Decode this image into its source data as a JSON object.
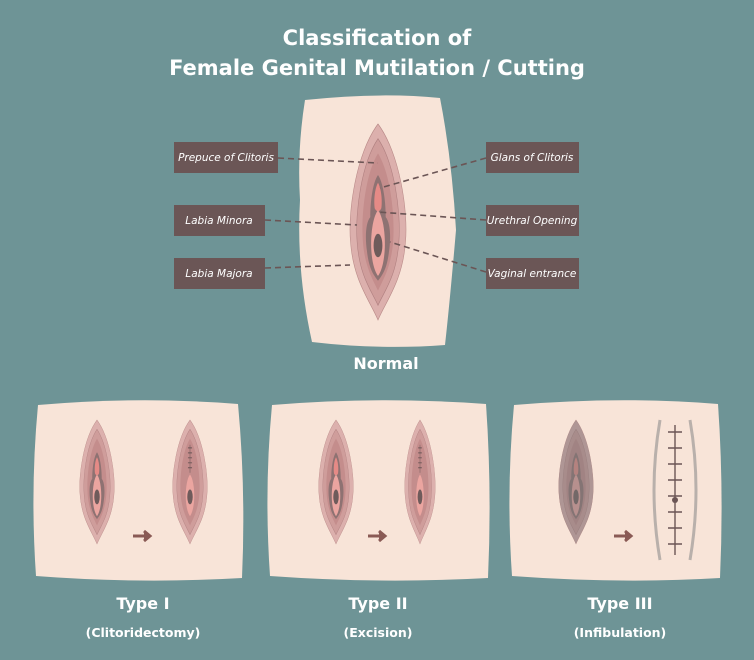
{
  "title": {
    "line1": "Classification of",
    "line2": "Female Genital Mutilation / Cutting"
  },
  "normal": {
    "caption": "Normal",
    "labels_left": [
      "Prepuce of Clitoris",
      "Labia Minora",
      "Labia Majora"
    ],
    "labels_right": [
      "Glans of Clitoris",
      "Urethral Opening",
      "Vaginal entrance"
    ]
  },
  "types": [
    {
      "name": "Type  I",
      "description": "(Clitoridectomy)"
    },
    {
      "name": "Type  II",
      "description": "(Excision)"
    },
    {
      "name": "Type  III",
      "description": "(Infibulation)"
    }
  ],
  "colors": {
    "background": "#6e9496",
    "paper": "#f8e4d8",
    "label_box": "#6b5656"
  }
}
